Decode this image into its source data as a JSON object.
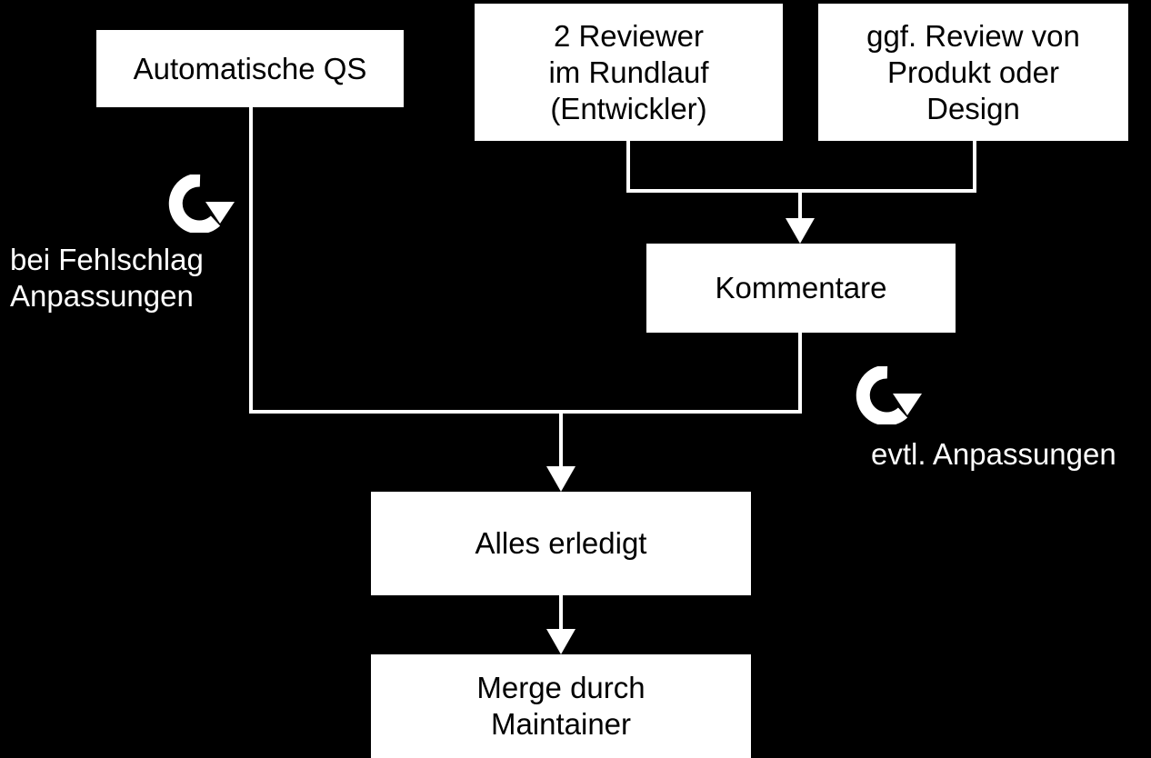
{
  "diagram": {
    "nodes": {
      "auto_qs": "Automatische QS",
      "reviewers": "2 Reviewer\nim Rundlauf\n(Entwickler)",
      "product_review": "ggf. Review von\nProdukt oder\nDesign",
      "comments": "Kommentare",
      "done": "Alles erledigt",
      "merge": "Merge durch\nMaintainer"
    },
    "annotations": {
      "qs_failure": "bei Fehlschlag\nAnpassungen",
      "review_changes": "evtl. Anpassungen"
    },
    "icons": {
      "loop": "loop-arrow-icon"
    },
    "colors": {
      "background": "#000000",
      "box": "#ffffff",
      "line": "#ffffff",
      "text_on_box": "#000000",
      "text_on_background": "#ffffff"
    }
  }
}
